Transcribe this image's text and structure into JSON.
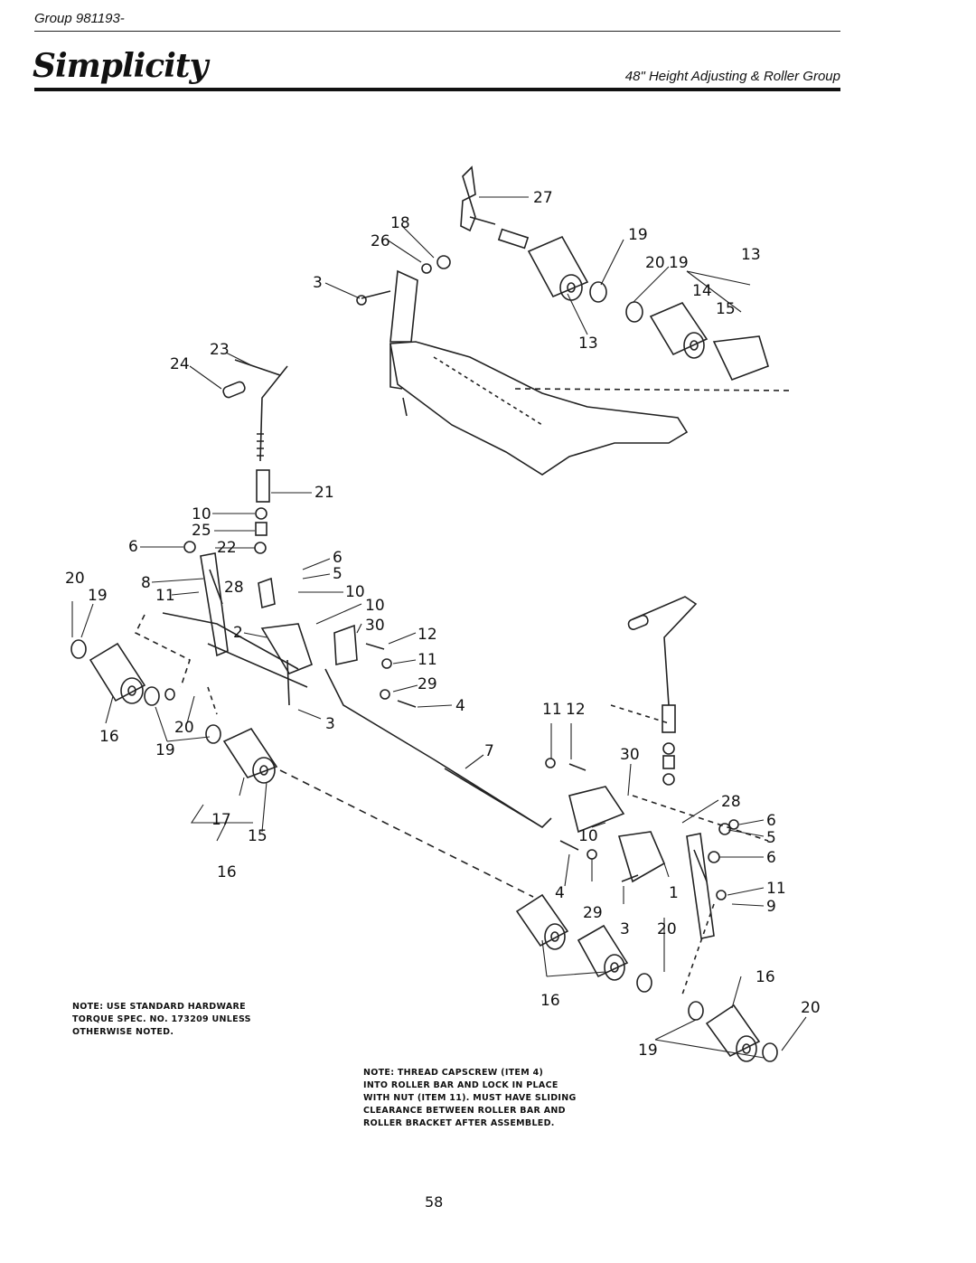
{
  "header": {
    "group": "Group 981193-",
    "brand": "Simplicity",
    "section_title": "48\" Height Adjusting & Roller Group"
  },
  "callouts": [
    "27",
    "18",
    "26",
    "19",
    "20",
    "19",
    "13",
    "3",
    "14",
    "15",
    "13",
    "23",
    "24",
    "21",
    "10",
    "25",
    "6",
    "22",
    "6",
    "5",
    "10",
    "20",
    "8",
    "28",
    "19",
    "11",
    "10",
    "30",
    "2",
    "12",
    "11",
    "29",
    "4",
    "11",
    "12",
    "3",
    "20",
    "7",
    "16",
    "19",
    "30",
    "28",
    "6",
    "10",
    "5",
    "6",
    "17",
    "15",
    "11",
    "9",
    "16",
    "4",
    "29",
    "3",
    "20",
    "1",
    "16",
    "16",
    "20",
    "19"
  ],
  "notes": {
    "left": "NOTE:  USE STANDARD HARDWARE\nTORQUE SPEC. NO. 173209 UNLESS\nOTHERWISE NOTED.",
    "right": "NOTE: THREAD CAPSCREW (ITEM 4)\nINTO ROLLER BAR AND LOCK IN PLACE\nWITH NUT (ITEM 11). MUST HAVE SLIDING\nCLEARANCE BETWEEN ROLLER BAR AND\nROLLER BRACKET AFTER ASSEMBLED."
  },
  "page_number": "58"
}
